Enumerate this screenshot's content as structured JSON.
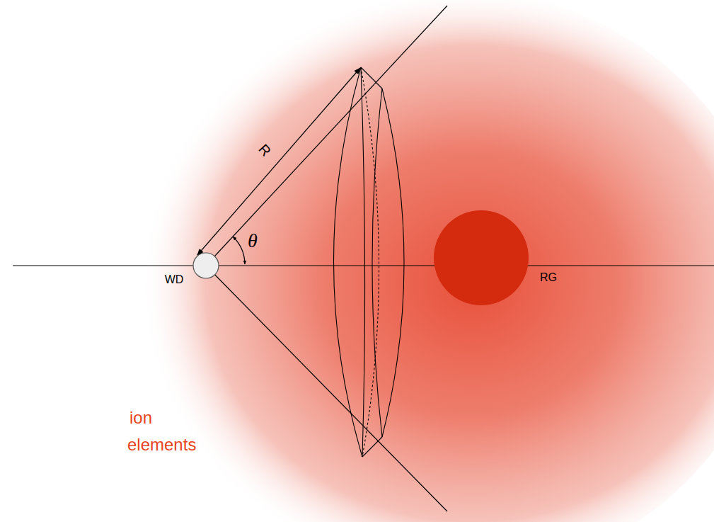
{
  "diagram": {
    "labels": [
      "R",
      "θ",
      "WD",
      "RG",
      "ion",
      "elements"
    ]
  }
}
